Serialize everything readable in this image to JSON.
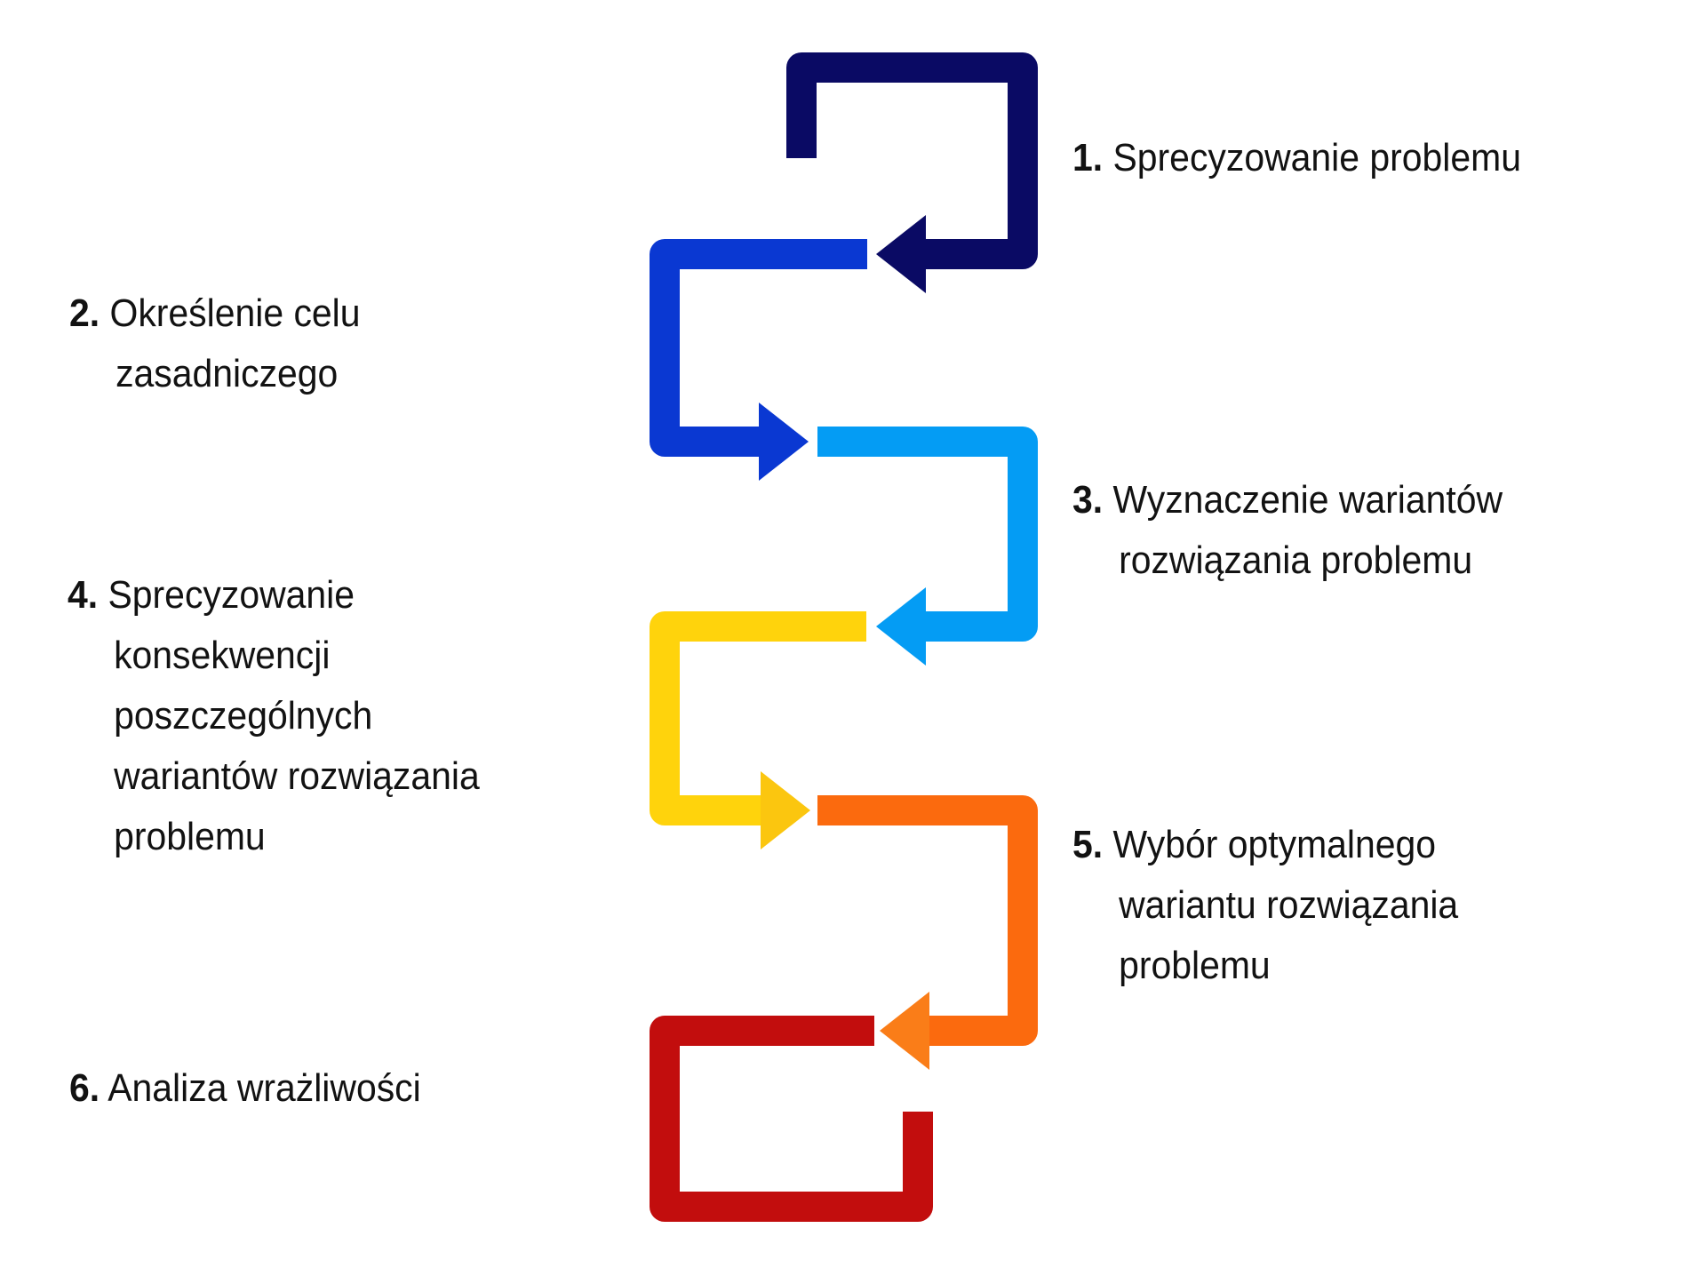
{
  "diagram": {
    "description_background": "#ffffff",
    "text_color": "#121212",
    "steps": [
      {
        "number": "1.",
        "label": " Sprecyzowanie problemu",
        "color": "#0A0A64",
        "arrowhead_color": "#0A0A64",
        "side": "right"
      },
      {
        "number": "2.",
        "label": " Określenie celu\nzasadniczego",
        "color": "#0A38D2",
        "arrowhead_color": "#0A38D2",
        "side": "left"
      },
      {
        "number": "3.",
        "label": " Wyznaczenie wariantów\nrozwiązania problemu",
        "color": "#049CF4",
        "arrowhead_color": "#049CF4",
        "side": "right"
      },
      {
        "number": "4.",
        "label": " Sprecyzowanie\nkonsekwencji\nposzczególnych\nwariantów rozwiązania\nproblemu",
        "color": "#FFD30C",
        "arrowhead_color": "#FBC60F",
        "side": "left"
      },
      {
        "number": "5.",
        "label": " Wybór optymalnego\nwariantu rozwiązania\nproblemu",
        "color": "#FB6A0E",
        "arrowhead_color": "#FA7D18",
        "side": "right"
      },
      {
        "number": "6.",
        "label": " Analiza wrażliwości",
        "color": "#C20D0D",
        "arrowhead_color": "#C20D0D",
        "side": "left"
      }
    ]
  }
}
